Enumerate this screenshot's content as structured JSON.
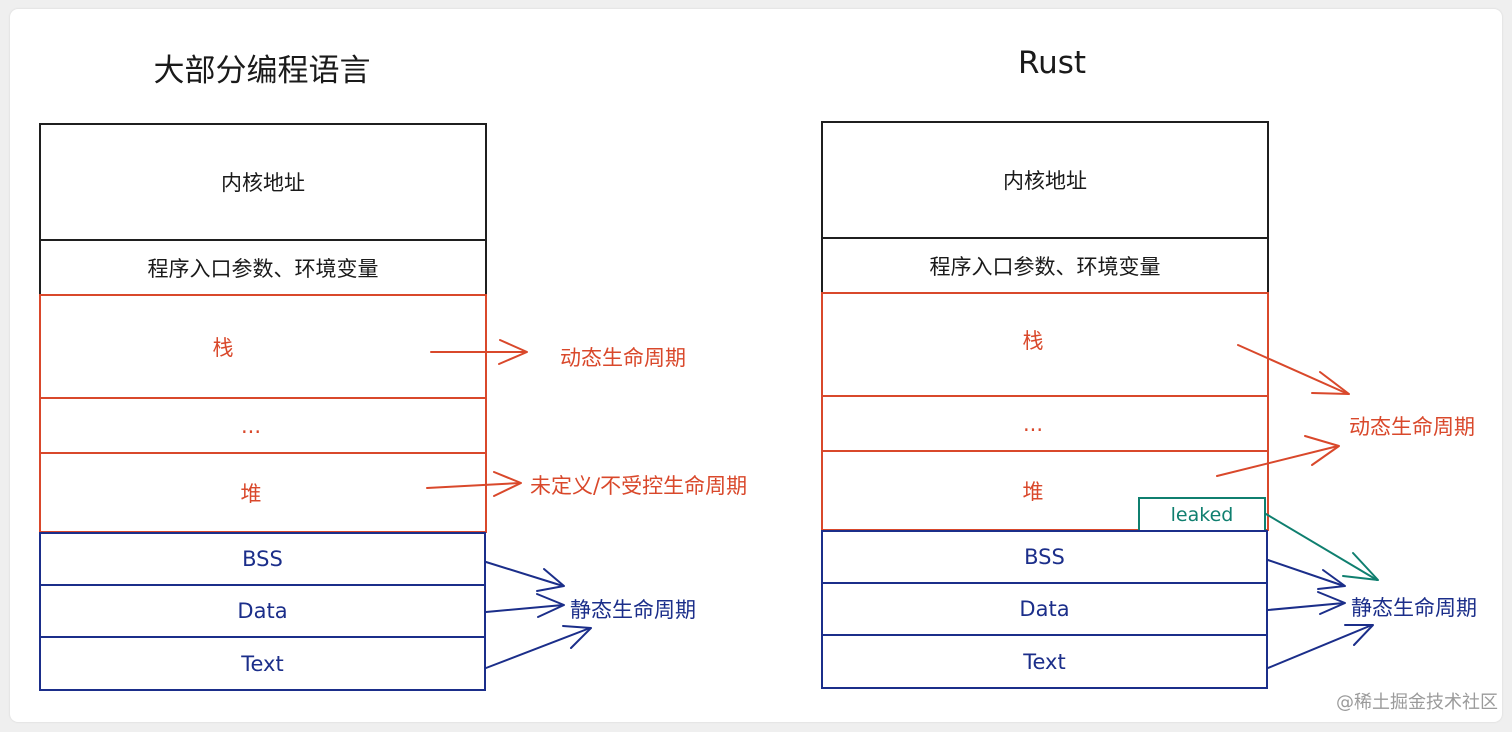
{
  "left": {
    "title": "大部分编程语言",
    "segments": {
      "kernel": "内核地址",
      "args_env": "程序入口参数、环境变量",
      "stack": "栈",
      "ellipsis": "...",
      "heap": "堆",
      "bss": "BSS",
      "data": "Data",
      "text": "Text"
    },
    "labels": {
      "stack_lifetime": "动态生命周期",
      "heap_lifetime": "未定义/不受控生命周期",
      "static_lifetime": "静态生命周期"
    }
  },
  "right": {
    "title": "Rust",
    "segments": {
      "kernel": "内核地址",
      "args_env": "程序入口参数、环境变量",
      "stack": "栈",
      "ellipsis": "...",
      "heap": "堆",
      "leaked": "leaked",
      "bss": "BSS",
      "data": "Data",
      "text": "Text"
    },
    "labels": {
      "dynamic_lifetime": "动态生命周期",
      "static_lifetime": "静态生命周期"
    }
  },
  "watermark": "@稀土掘金技术社区",
  "colors": {
    "kernel_region": "#1f1f1f",
    "dynamic_region": "#d9482b",
    "static_region": "#1b2e8a",
    "leaked": "#0f7f6f"
  }
}
